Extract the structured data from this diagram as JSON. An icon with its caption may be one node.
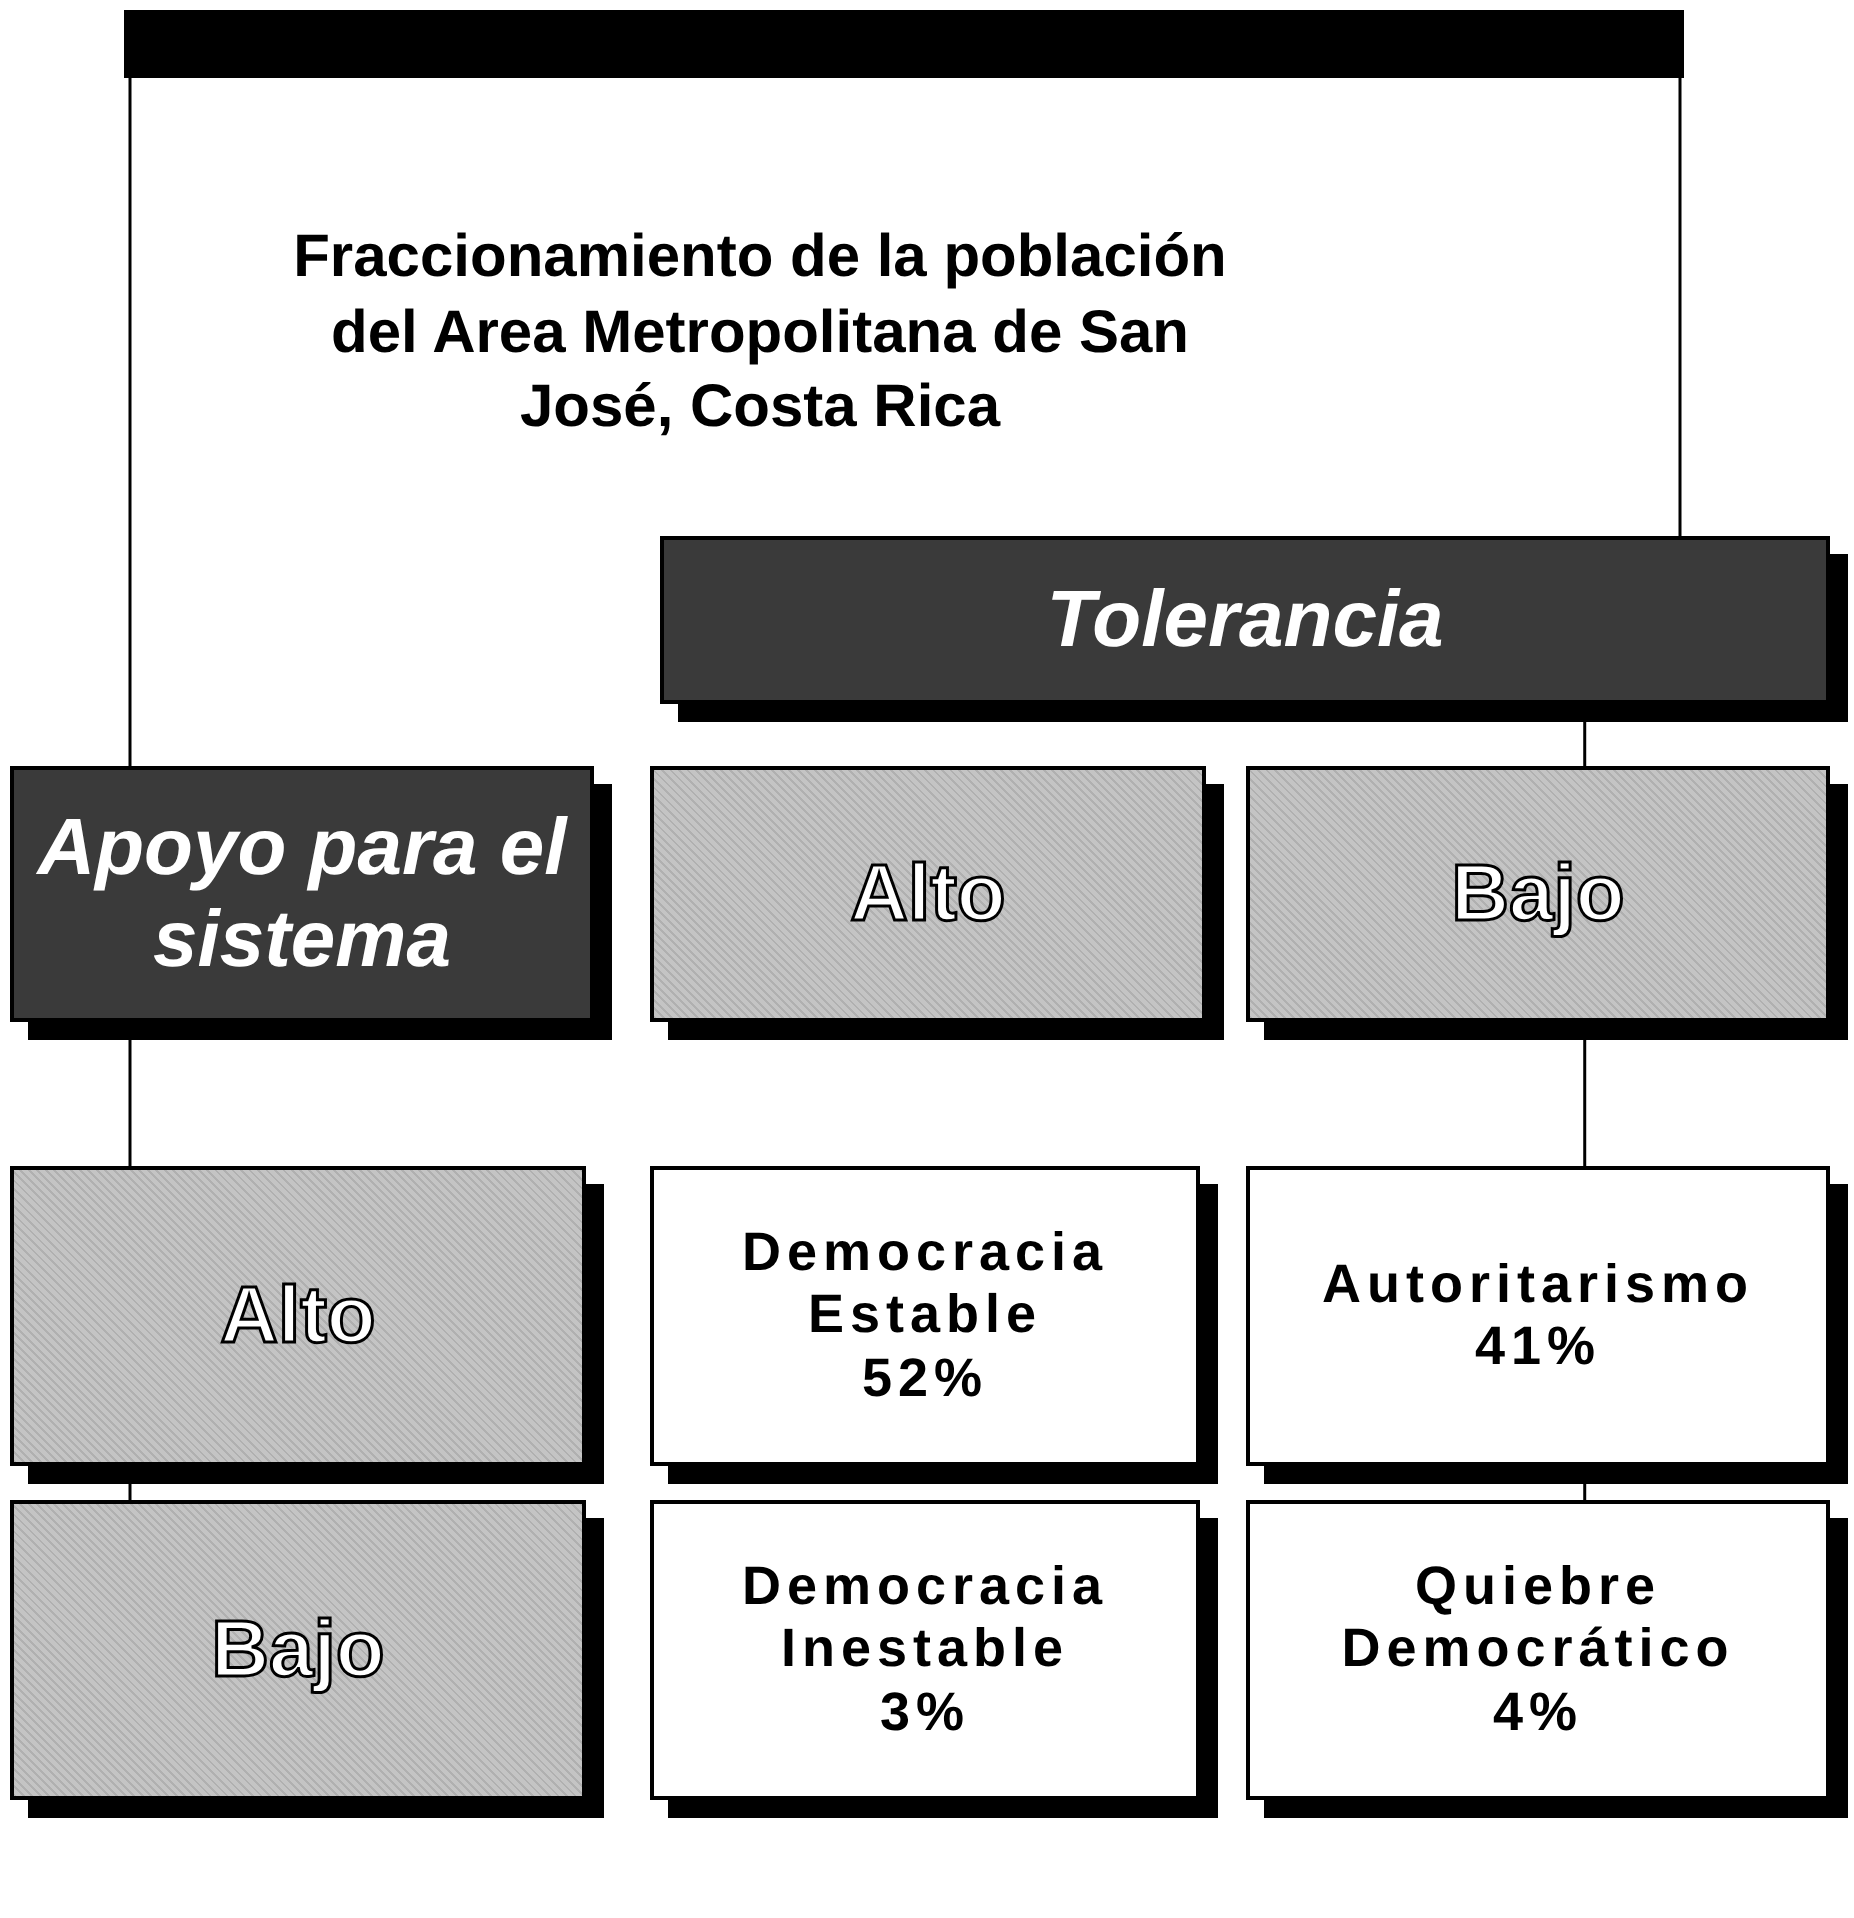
{
  "diagram": {
    "title": "Fraccionamiento de la población del Area Metropolitana de San José, Costa Rica",
    "nodes": [
      {
        "text": [
          "Tolerancia"
        ]
      },
      {
        "text": [
          "Apoyo para el sistema"
        ]
      },
      {
        "text": [
          "Alto"
        ]
      },
      {
        "text": [
          "Bajo"
        ]
      },
      {
        "text": [
          "Alto"
        ]
      },
      {
        "text": [
          "Democracia Estable",
          "52%"
        ]
      },
      {
        "text": [
          "Autoritarismo",
          "41%"
        ]
      },
      {
        "text": [
          "Bajo"
        ]
      },
      {
        "text": [
          "Democracia Inestable",
          "3%"
        ]
      },
      {
        "text": [
          "Quiebre Democrático",
          "4%"
        ]
      }
    ],
    "edges": [
      {
        "from": 1,
        "to": 4,
        "arrow": "none"
      },
      {
        "from": 4,
        "to": 7,
        "arrow": "none"
      },
      {
        "from": 0,
        "to": 3,
        "arrow": "none"
      },
      {
        "from": 3,
        "to": 6,
        "arrow": "none"
      },
      {
        "from": 6,
        "to": 9,
        "arrow": "none"
      }
    ]
  }
}
